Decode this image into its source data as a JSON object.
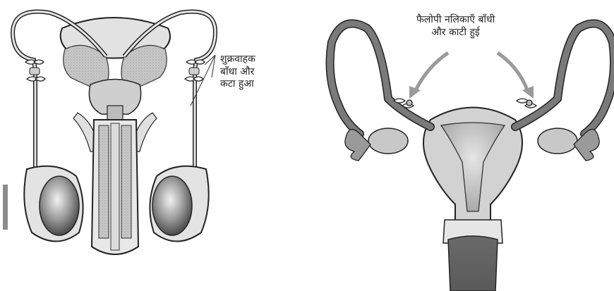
{
  "male": {
    "label_lines": [
      "शुक्रवाहक",
      "बाँधा और",
      "कटा हुआ"
    ]
  },
  "female": {
    "label_lines": [
      "फैलोपी नलिकाएँ बाँधी",
      "और काटी हुई"
    ]
  },
  "colors": {
    "outline": "#222222",
    "tissue_light": "#d9d9d9",
    "tissue_mid": "#b5b5b5",
    "tissue_dark": "#6e6e6e",
    "arrow": "#9a9a9a"
  }
}
